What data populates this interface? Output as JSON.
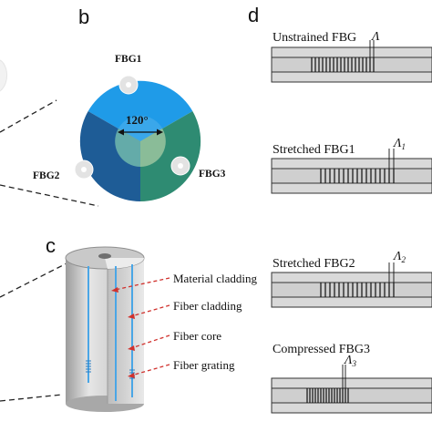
{
  "panels": {
    "b": "b",
    "c": "c",
    "d": "d"
  },
  "cross_section": {
    "fbg_labels": [
      "FBG1",
      "FBG2",
      "FBG3"
    ],
    "angle": "120°",
    "colors": {
      "top": "#1f9be8",
      "left": "#1e5c96",
      "right": "#2e8b72",
      "center_left": "#4fa09e",
      "center_right": "#7ab38a"
    }
  },
  "fiber": {
    "labels": [
      "Material cladding",
      "Fiber cladding",
      "Fiber core",
      "Fiber grating"
    ],
    "arrow_color": "#d0312d"
  },
  "gratings": [
    {
      "caption": "Unstrained FBG",
      "symbol": "Λ",
      "subscript": ""
    },
    {
      "caption": "Stretched FBG1",
      "symbol": "Λ",
      "subscript": "1"
    },
    {
      "caption": "Stretched FBG2",
      "symbol": "Λ",
      "subscript": "2"
    },
    {
      "caption": "Compressed FBG3",
      "symbol": "Λ",
      "subscript": "3"
    }
  ]
}
